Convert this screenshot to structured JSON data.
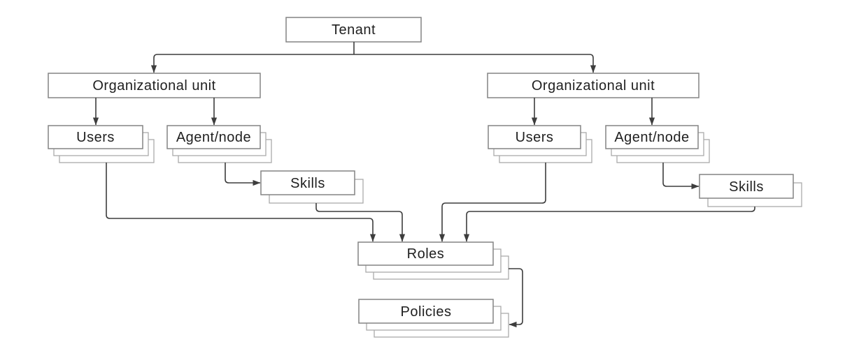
{
  "colors": {
    "canvas_bg": "#ffffff",
    "box_fill": "#ffffff",
    "box_border": "#848484",
    "shadow_border": "#ababab",
    "connector": "#3d3d3d",
    "label_text": "#1f1f1f"
  },
  "diagram": {
    "type": "hierarchy-flowchart",
    "nodes": {
      "tenant": {
        "label": "Tenant",
        "instances": 1
      },
      "ou_left": {
        "label": "Organizational unit",
        "instances": 1
      },
      "ou_right": {
        "label": "Organizational unit",
        "instances": 1
      },
      "users_left": {
        "label": "Users",
        "instances": 3
      },
      "agent_left": {
        "label": "Agent/node",
        "instances": 3
      },
      "users_right": {
        "label": "Users",
        "instances": 3
      },
      "agent_right": {
        "label": "Agent/node",
        "instances": 3
      },
      "skills_left": {
        "label": "Skills",
        "instances": 2
      },
      "skills_right": {
        "label": "Skills",
        "instances": 2
      },
      "roles": {
        "label": "Roles",
        "instances": 3
      },
      "policies": {
        "label": "Policies",
        "instances": 3
      }
    },
    "edges": [
      {
        "from": "tenant",
        "to": "ou_left"
      },
      {
        "from": "tenant",
        "to": "ou_right"
      },
      {
        "from": "ou_left",
        "to": "users_left"
      },
      {
        "from": "ou_left",
        "to": "agent_left"
      },
      {
        "from": "ou_right",
        "to": "users_right"
      },
      {
        "from": "ou_right",
        "to": "agent_right"
      },
      {
        "from": "agent_left",
        "to": "skills_left"
      },
      {
        "from": "agent_right",
        "to": "skills_right"
      },
      {
        "from": "users_left",
        "to": "roles"
      },
      {
        "from": "skills_left",
        "to": "roles"
      },
      {
        "from": "users_right",
        "to": "roles"
      },
      {
        "from": "skills_right",
        "to": "roles"
      },
      {
        "from": "roles",
        "to": "policies"
      }
    ]
  }
}
